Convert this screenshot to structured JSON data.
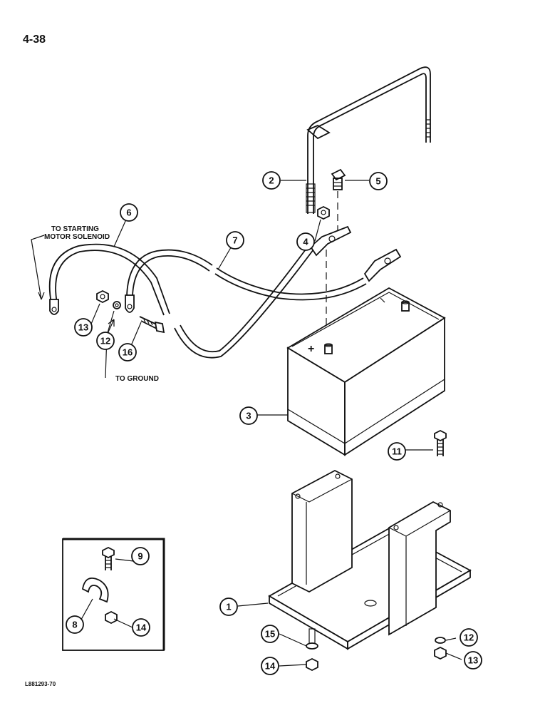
{
  "page_number": "4-38",
  "figure_code": "L881293-70",
  "notes": {
    "starting_line1": "TO STARTING",
    "starting_line2": "MOTOR SOLENOID",
    "ground": "TO GROUND"
  },
  "callouts": [
    "1",
    "2",
    "3",
    "4",
    "5",
    "6",
    "7",
    "8",
    "9",
    "11",
    "12",
    "13",
    "14",
    "15",
    "16"
  ]
}
